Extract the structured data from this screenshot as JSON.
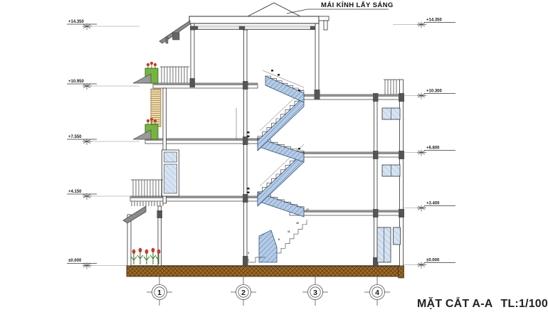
{
  "drawing": {
    "roof_label": "MÁI KÍNH LẤY SÁNG",
    "title": "MẶT CẮT A-A",
    "scale": "TL:1/100",
    "left_levels": [
      {
        "label": "+14.350"
      },
      {
        "label": "+10.950"
      },
      {
        "label": "+7.550"
      },
      {
        "label": "+4.150"
      },
      {
        "label": "±0.000"
      }
    ],
    "right_levels": [
      {
        "label": "+14.350"
      },
      {
        "label": "+10.300"
      },
      {
        "label": "+6.800"
      },
      {
        "label": "+3.400"
      },
      {
        "label": "±0.000"
      }
    ],
    "grid_axes": [
      {
        "label": "1"
      },
      {
        "label": "2"
      },
      {
        "label": "3"
      },
      {
        "label": "4"
      }
    ],
    "stair_step_numbers": [
      "1",
      "3",
      "8",
      "11",
      "15",
      "17"
    ],
    "colors": {
      "line": "#2f2f2f",
      "slab_gray": "#8f8f8f",
      "stair_blue": "#b5cce6",
      "stair_hatch": "#5b7fae",
      "window_blue": "#d6e4f2",
      "planter_green": "#76b43e",
      "flower_red": "#cc3a28",
      "louvre_tan": "#ecdcae",
      "ground_brown": "#9a6a28"
    }
  }
}
